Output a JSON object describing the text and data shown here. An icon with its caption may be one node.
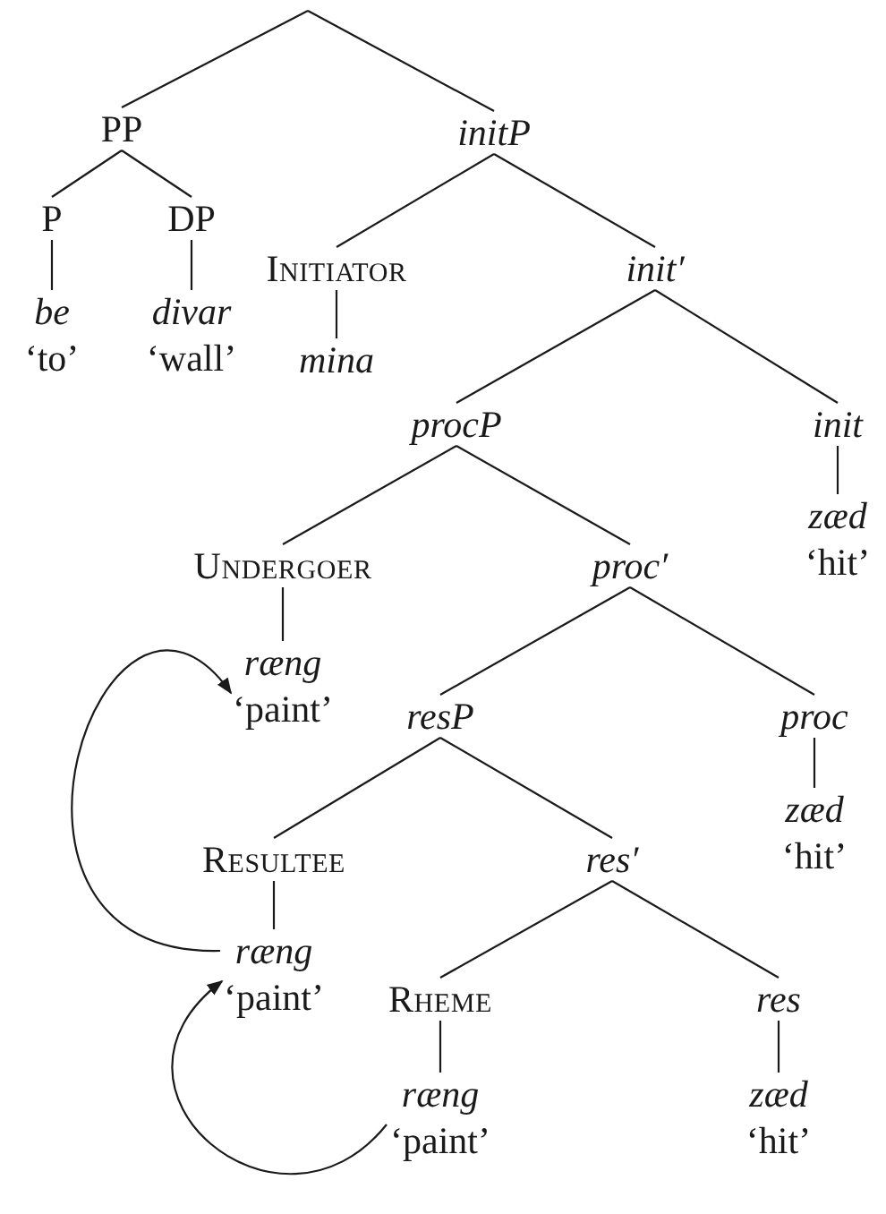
{
  "diagram": {
    "nodes": [
      {
        "text": [
          "PP"
        ]
      },
      {
        "text": [
          "initP"
        ]
      },
      {
        "text": [
          "P"
        ]
      },
      {
        "text": [
          "DP"
        ]
      },
      {
        "text": [
          "Initiator"
        ]
      },
      {
        "text": [
          "init′"
        ]
      },
      {
        "text": [
          "be",
          "‘to’"
        ]
      },
      {
        "text": [
          "divar",
          "‘wall’"
        ]
      },
      {
        "text": [
          "mina"
        ]
      },
      {
        "text": [
          "procP"
        ]
      },
      {
        "text": [
          "init"
        ]
      },
      {
        "text": [
          "zæd",
          "‘hit’"
        ]
      },
      {
        "text": [
          "Undergoer"
        ]
      },
      {
        "text": [
          "proc′"
        ]
      },
      {
        "text": [
          "ræng",
          "‘paint’"
        ]
      },
      {
        "text": [
          "resP"
        ]
      },
      {
        "text": [
          "proc"
        ]
      },
      {
        "text": [
          "zæd",
          "‘hit’"
        ]
      },
      {
        "text": [
          "Resultee"
        ]
      },
      {
        "text": [
          "res′"
        ]
      },
      {
        "text": [
          "ræng",
          "‘paint’"
        ]
      },
      {
        "text": [
          "Rheme"
        ]
      },
      {
        "text": [
          "res"
        ]
      },
      {
        "text": [
          "ræng",
          "‘paint’"
        ]
      },
      {
        "text": [
          "zæd",
          "‘hit’"
        ]
      }
    ],
    "edges": [
      {
        "from": null,
        "to": 0,
        "arrow": "none"
      },
      {
        "from": null,
        "to": 1,
        "arrow": "none"
      },
      {
        "from": 0,
        "to": 2,
        "arrow": "none"
      },
      {
        "from": 0,
        "to": 3,
        "arrow": "none"
      },
      {
        "from": 2,
        "to": 6,
        "arrow": "none"
      },
      {
        "from": 3,
        "to": 7,
        "arrow": "none"
      },
      {
        "from": 1,
        "to": 4,
        "arrow": "none"
      },
      {
        "from": 1,
        "to": 5,
        "arrow": "none"
      },
      {
        "from": 4,
        "to": 8,
        "arrow": "none"
      },
      {
        "from": 5,
        "to": 9,
        "arrow": "none"
      },
      {
        "from": 5,
        "to": 10,
        "arrow": "none"
      },
      {
        "from": 10,
        "to": 11,
        "arrow": "none"
      },
      {
        "from": 9,
        "to": 12,
        "arrow": "none"
      },
      {
        "from": 9,
        "to": 13,
        "arrow": "none"
      },
      {
        "from": 12,
        "to": 14,
        "arrow": "none"
      },
      {
        "from": 13,
        "to": 15,
        "arrow": "none"
      },
      {
        "from": 13,
        "to": 16,
        "arrow": "none"
      },
      {
        "from": 16,
        "to": 17,
        "arrow": "none"
      },
      {
        "from": 15,
        "to": 18,
        "arrow": "none"
      },
      {
        "from": 15,
        "to": 19,
        "arrow": "none"
      },
      {
        "from": 18,
        "to": 20,
        "arrow": "none"
      },
      {
        "from": 19,
        "to": 21,
        "arrow": "none"
      },
      {
        "from": 19,
        "to": 22,
        "arrow": "none"
      },
      {
        "from": 21,
        "to": 23,
        "arrow": "none"
      },
      {
        "from": 22,
        "to": 24,
        "arrow": "none"
      },
      {
        "from": 20,
        "to": 14,
        "arrow": "to"
      },
      {
        "from": 23,
        "to": 20,
        "arrow": "to"
      }
    ]
  }
}
